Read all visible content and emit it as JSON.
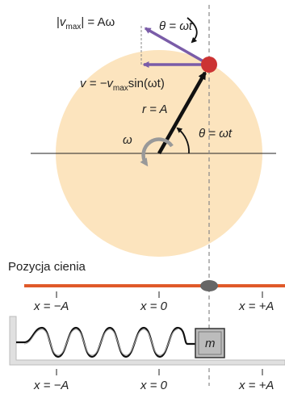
{
  "colors": {
    "circle_fill": "#fce4be",
    "velocity_arrow": "#7a5ca8",
    "point_red": "#cc3333",
    "shadow_bar": "#e05a2a",
    "shadow_dot": "#666666",
    "spring_base": "#e0e0e0",
    "mass_fill": "#bcbcbc",
    "radius_arrow": "#111111",
    "omega_arrow": "#999999"
  },
  "labels": {
    "vmax_left": "|",
    "vmax_v": "v",
    "vmax_sub": "max",
    "vmax_right": "| = Aω",
    "theta_top": "θ = ωt",
    "velocity_v": "v = −v",
    "velocity_sub": "max",
    "velocity_right": "sin(ωt)",
    "radius": "r = A",
    "theta_mid": "θ = ωt",
    "omega": "ω",
    "shadow_caption": "Pozycja cienia",
    "mass": "m",
    "ticks_top": [
      "x = −A",
      "x = 0",
      "x = +A"
    ],
    "ticks_bottom": [
      "x = −A",
      "x = 0",
      "x = +A"
    ]
  }
}
